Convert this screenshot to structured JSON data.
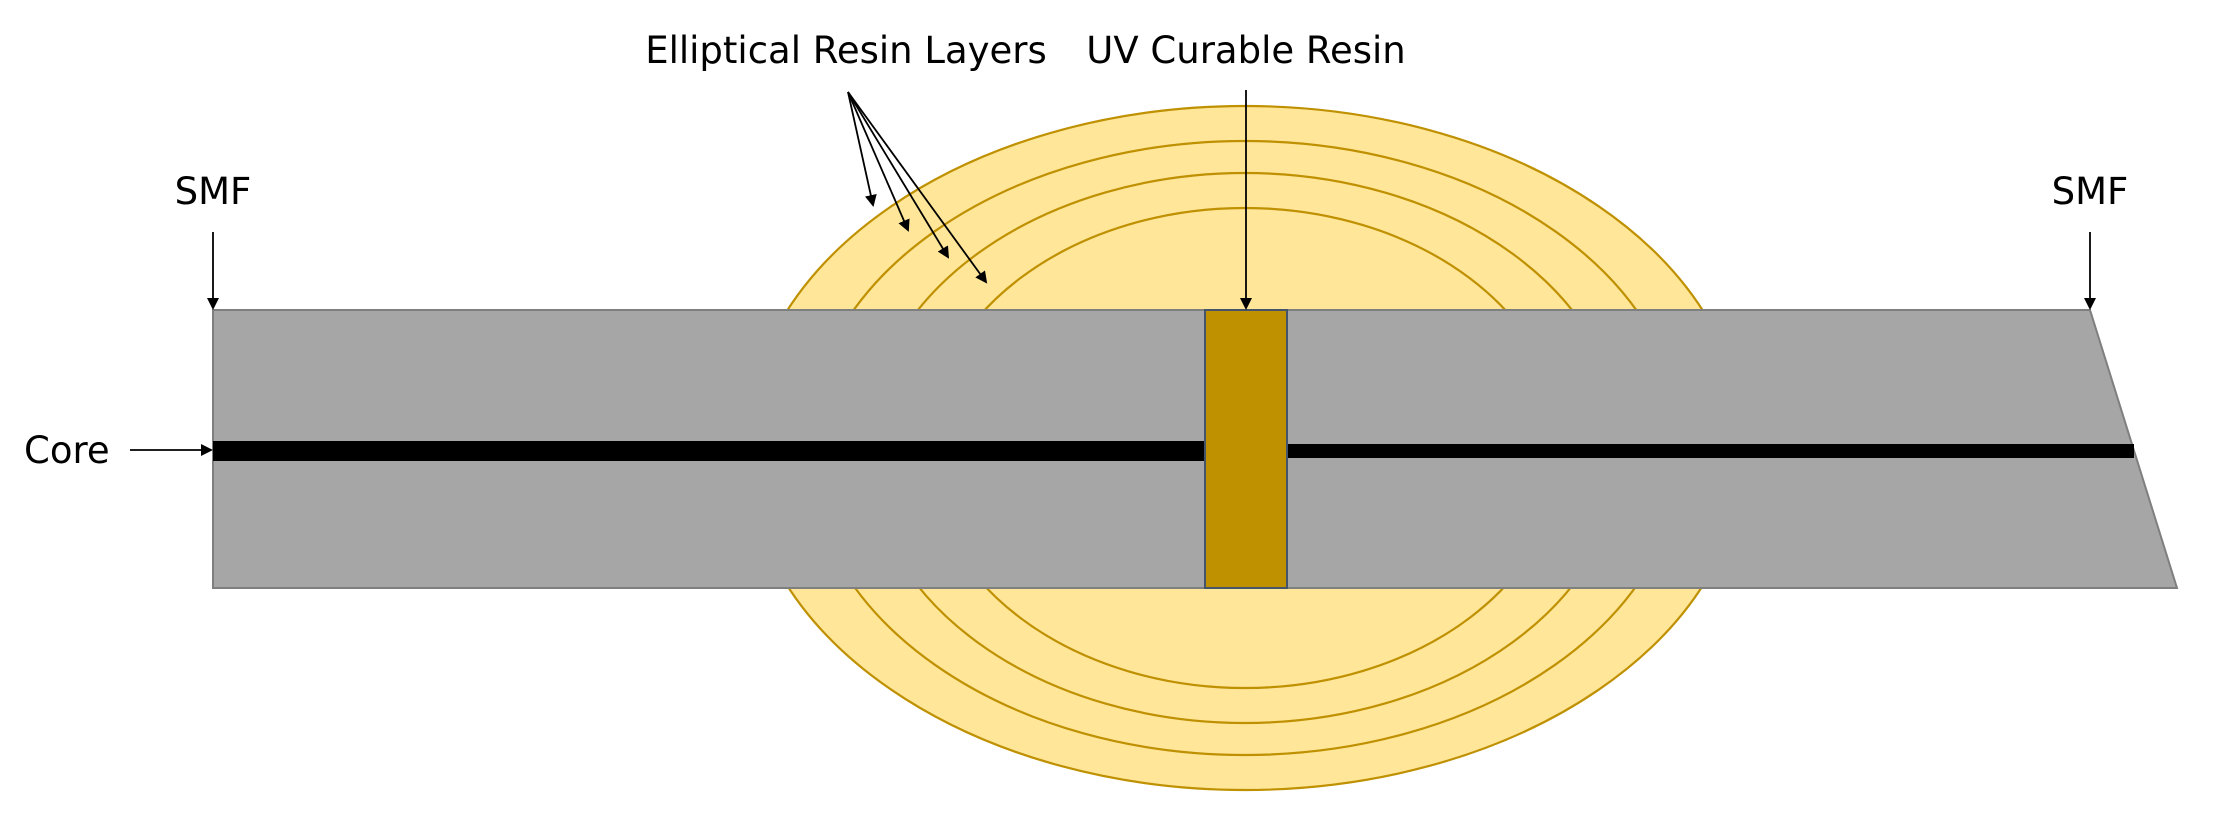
{
  "labels": {
    "elliptical_resin_layers": "Elliptical Resin Layers",
    "uv_curable_resin": "UV Curable Resin",
    "smf_left": "SMF",
    "smf_right": "SMF",
    "core": "Core"
  },
  "colors": {
    "resin_fill": "#FFE699",
    "resin_stroke": "#BF9000",
    "fiber_cladding": "#A6A6A6",
    "fiber_border": "#7F7F7F",
    "core": "#000000",
    "uv_resin": "#BF9000",
    "uv_resin_border": "#44546A"
  }
}
